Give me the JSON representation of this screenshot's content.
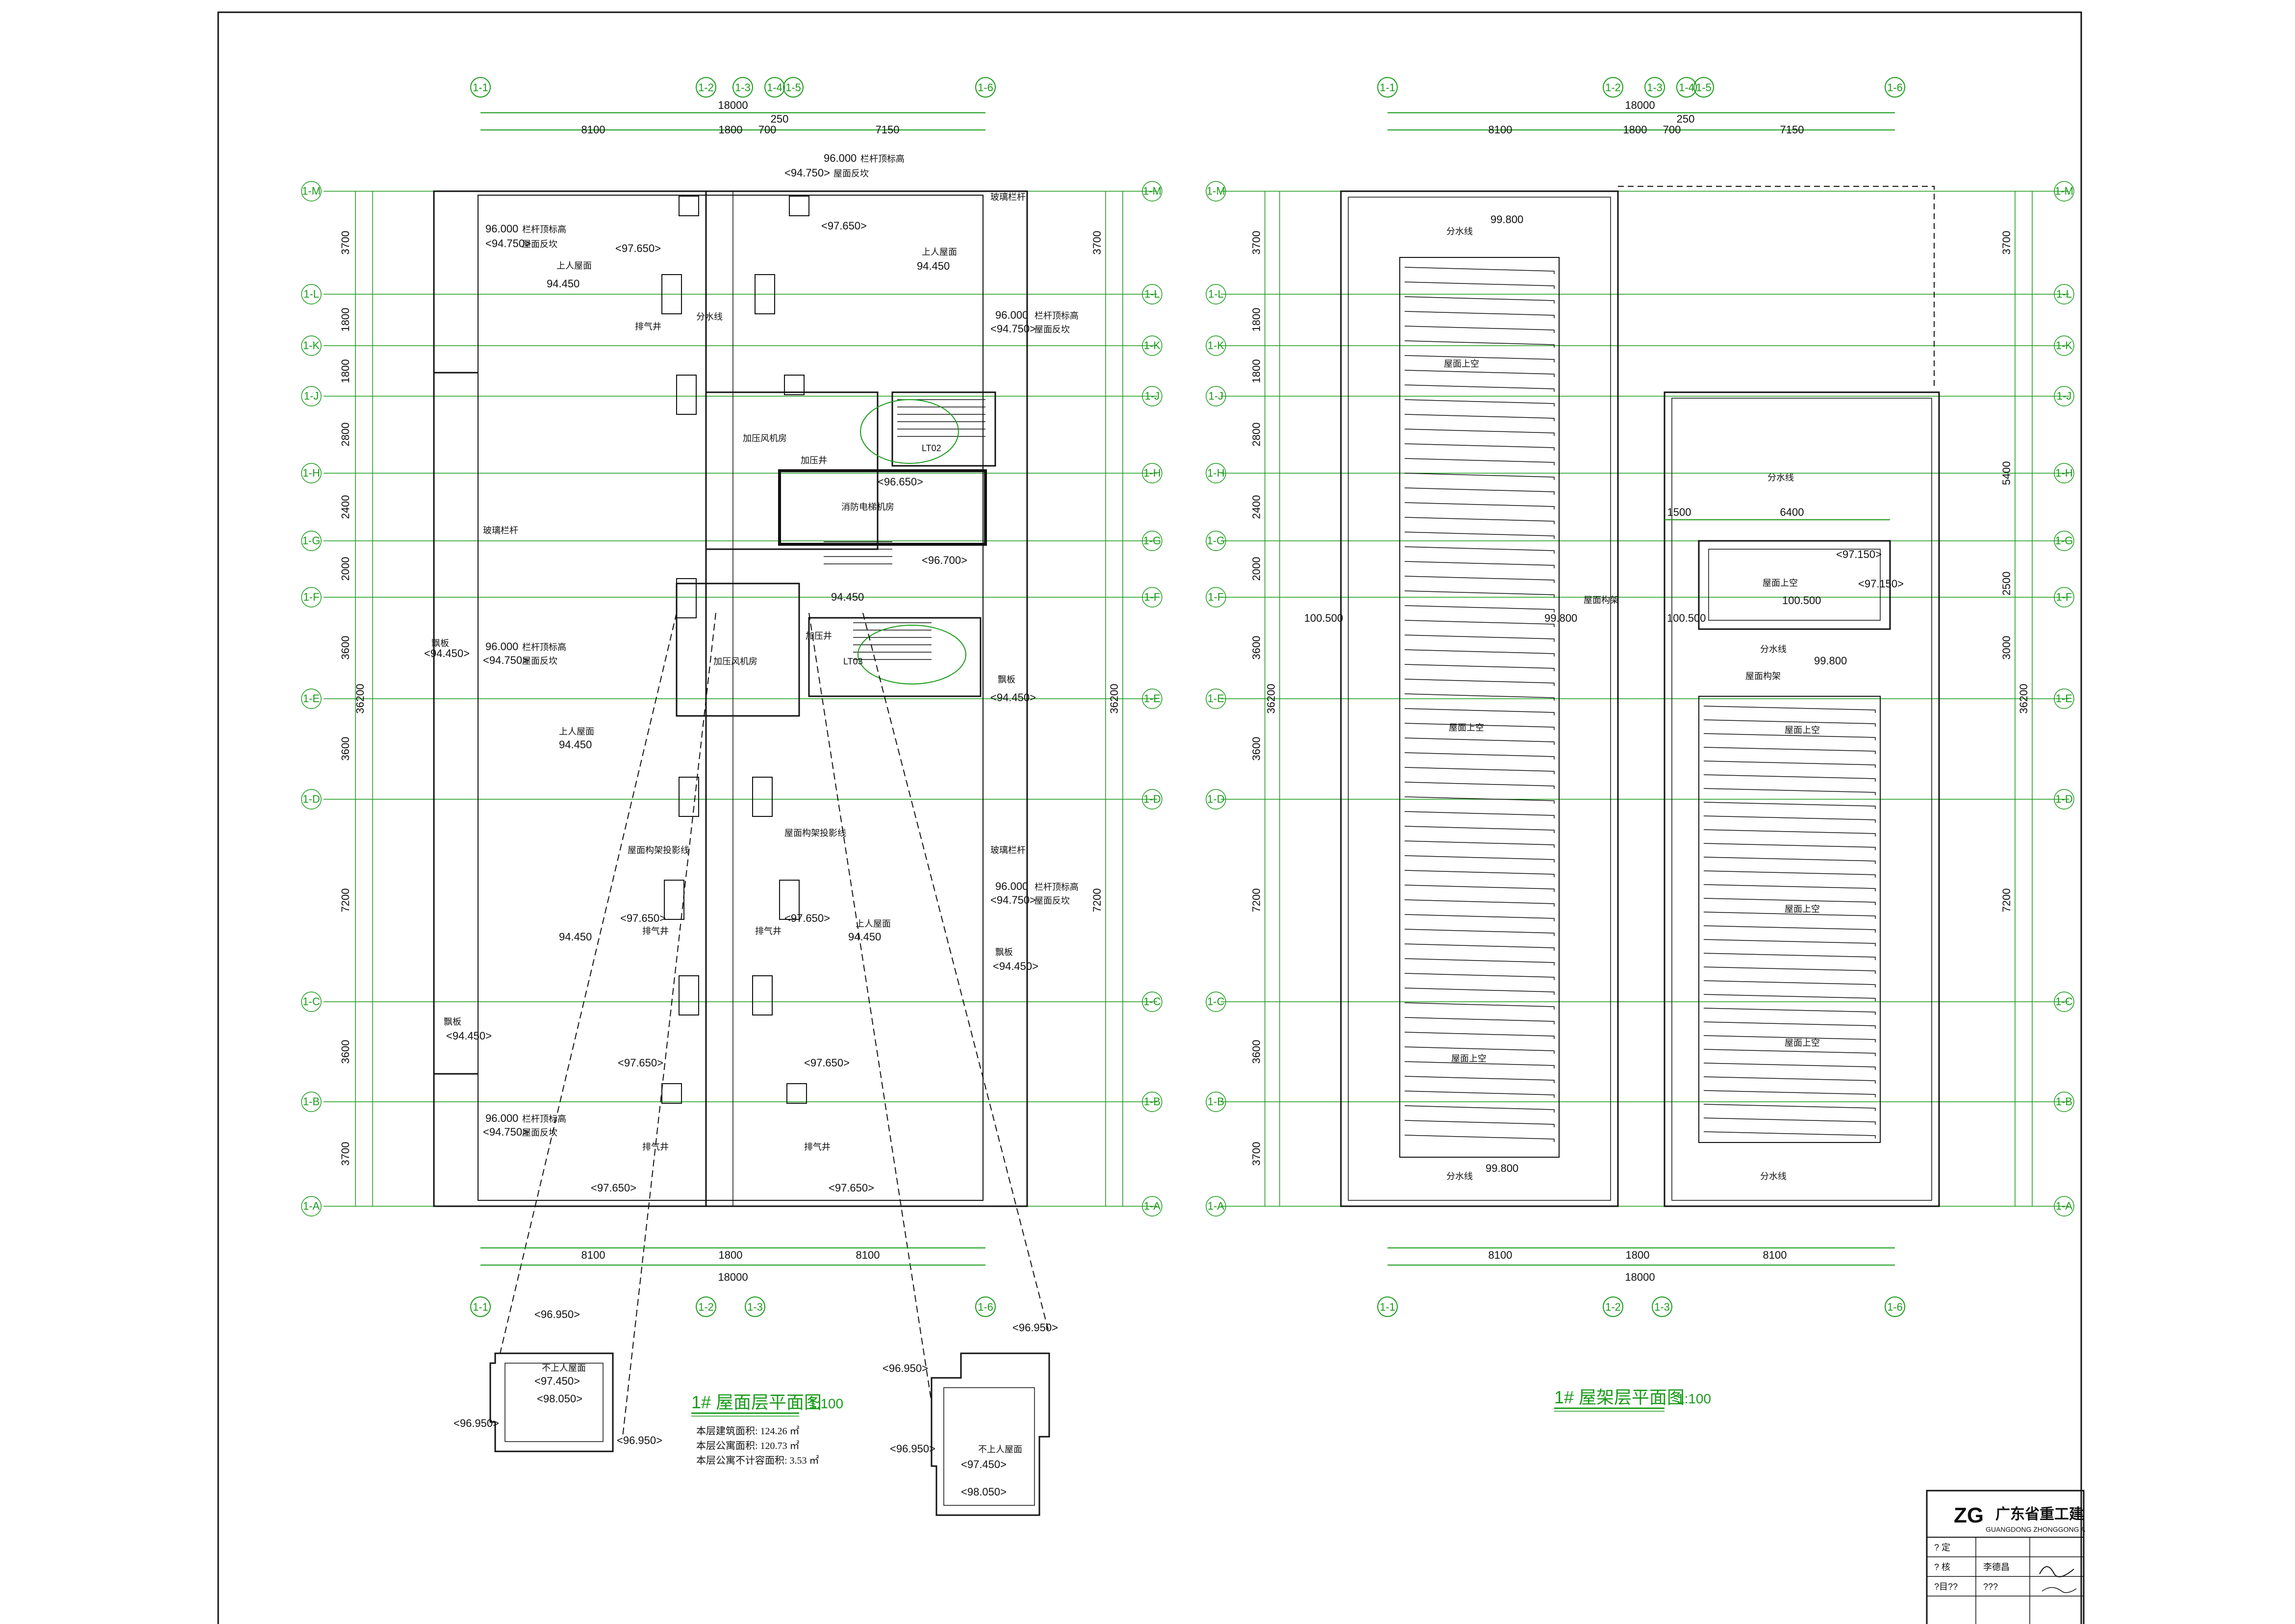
{
  "plans": [
    {
      "title": "1#  屋面层平面图",
      "scale": "1:100",
      "notes": [
        "本层建筑面积: 124.26 ㎡",
        "本层公寓面积: 120.73 ㎡",
        "本层公寓不计容面积: 3.53 ㎡"
      ],
      "top_axes": [
        "1-1",
        "1-2",
        "1-3",
        "1-4",
        "1-5",
        "1-6"
      ],
      "bottom_axes": [
        "1-1",
        "1-2",
        "1-3",
        "1-6"
      ],
      "top_total": "18000",
      "top_dims": [
        "8100",
        "1800",
        "700",
        "250",
        "7150"
      ],
      "bottom_total": "18000",
      "bottom_dims": [
        "8100",
        "1800",
        "8100"
      ],
      "rows": [
        "1-M",
        "1-L",
        "1-K",
        "1-J",
        "1-H",
        "1-G",
        "1-F",
        "1-E",
        "1-D",
        "1-C",
        "1-B",
        "1-A"
      ],
      "row_dims": [
        "3700",
        "1800",
        "1800",
        "2800",
        "2400",
        "2000",
        "3600",
        "3600",
        "7200",
        "3600",
        "3700"
      ],
      "row_total": "36200",
      "rooms": [
        "加压风机房",
        "消防电梯机房",
        "加压风机房",
        "加压井",
        "加压井"
      ],
      "elevations": [
        "96.000",
        "<94.750>",
        "<97.650>",
        "94.450",
        "<96.650>",
        "<96.700>",
        "<94.450>",
        "<97.650>",
        "<97.650>",
        "<97.650>",
        "<97.650>",
        "<97.650>"
      ],
      "labels": [
        "栏杆顶标高",
        "屋面反坎",
        "上人屋面",
        "排气井",
        "分水线",
        "玻璃栏杆",
        "飘板",
        "屋面构架投影线",
        "LT02",
        "LT03"
      ]
    },
    {
      "title": "1#  屋架层平面图",
      "scale": "1:100",
      "top_axes": [
        "1-1",
        "1-2",
        "1-3",
        "1-4",
        "1-5",
        "1-6"
      ],
      "bottom_axes": [
        "1-1",
        "1-2",
        "1-3",
        "1-6"
      ],
      "top_total": "18000",
      "top_dims": [
        "8100",
        "1800",
        "700",
        "250",
        "7150"
      ],
      "bottom_total": "18000",
      "bottom_dims": [
        "8100",
        "1800",
        "8100"
      ],
      "row_dims": [
        "3700",
        "1800",
        "1800",
        "2800",
        "2400",
        "2000",
        "3600",
        "3600",
        "7200",
        "3600",
        "3700"
      ],
      "right_row_dims": [
        "5400",
        "2500",
        "3000"
      ],
      "row_total": "36200",
      "elevations": [
        "99.800",
        "100.500",
        "99.800",
        "100.500",
        "<97.150>",
        "99.800",
        "99.800"
      ],
      "labels": [
        "屋面上空",
        "屋面构架",
        "分水线"
      ],
      "upper_dims": [
        "1500",
        "6400"
      ]
    }
  ],
  "details": [
    {
      "labels": [
        "<96.950>",
        "不上人屋面",
        "<97.450>",
        "<98.050>",
        "<96.950>",
        "<96.950>"
      ]
    },
    {
      "labels": [
        "<96.950>",
        "<96.950>",
        "不上人屋面",
        "<97.450>",
        "<96.950>",
        "<98.050>"
      ]
    }
  ],
  "title_block": {
    "company": "广东省重工建",
    "company_en": "GUANGDONG ZHONGGONG A",
    "rows": [
      [
        "? 定",
        ""
      ],
      [
        "? 核",
        "李德昌"
      ],
      [
        "?目??",
        "???"
      ]
    ]
  },
  "colors": {
    "grid": "#1a9a1a",
    "line": "#111111",
    "background": "#ffffff"
  }
}
